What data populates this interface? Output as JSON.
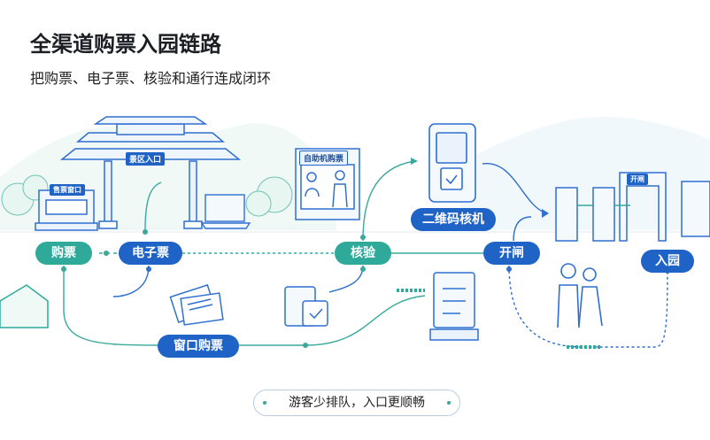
{
  "header": {
    "title": "全渠道购票入园链路",
    "subtitle": "把购票、电子票、核验和通行连成闭环"
  },
  "nodes": {
    "buy": "购票",
    "eticket": "电子票",
    "verify": "核验",
    "gate": "开闸",
    "window": "窗口购票",
    "qr_machine": "二维码核机",
    "enter": "入园"
  },
  "signs": {
    "scenic_gate": "景区入口",
    "ticket_office": "售票窗口",
    "kiosk": "自助机购票",
    "turnstile": "开闸"
  },
  "footer": {
    "text": "游客少排队，入口更顺畅"
  },
  "colors": {
    "teal": "#2fa99a",
    "blue": "#1f63c7",
    "line_teal": "#3aa99c",
    "line_blue": "#2f6fd0"
  }
}
